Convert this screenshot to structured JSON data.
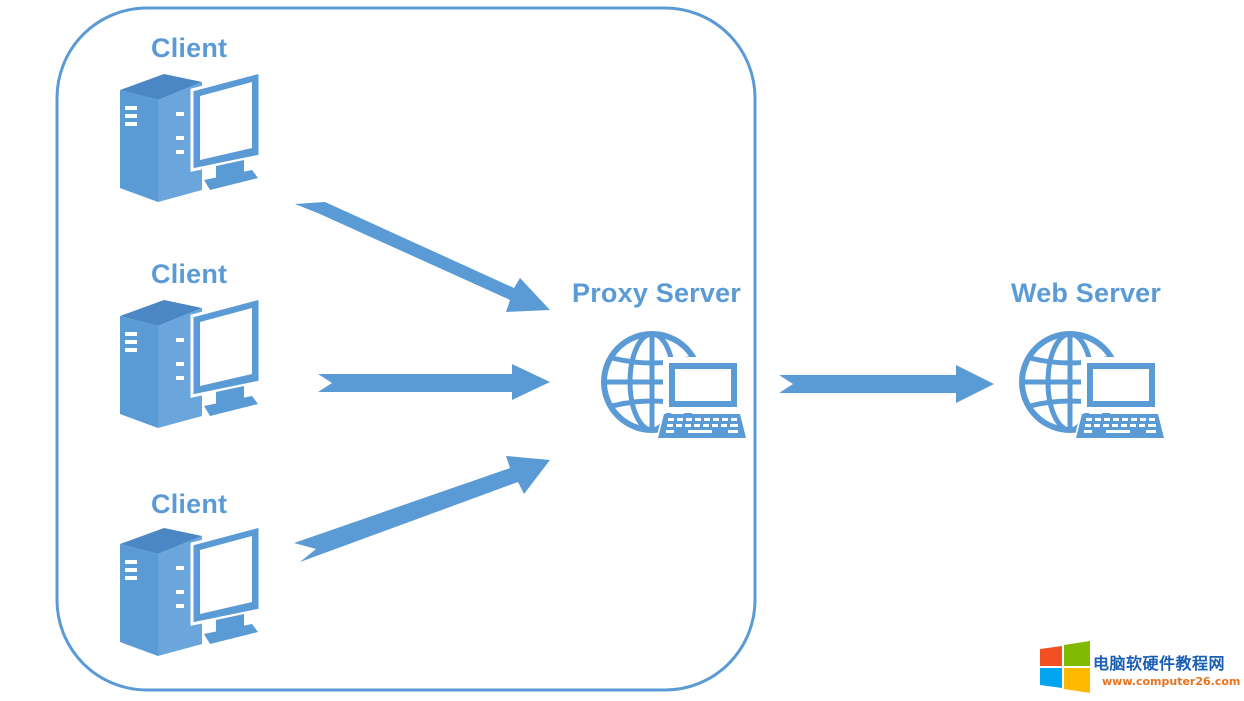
{
  "nodes": {
    "client_1": "Client",
    "client_2": "Client",
    "client_3": "Client",
    "proxy": "Proxy Server",
    "web": "Web Server"
  },
  "watermark": {
    "title": "电脑软硬件教程网",
    "url": "www.computer26.com"
  },
  "colors": {
    "accent": "#5b9bd5",
    "watermark_title": "#1a5fb4",
    "watermark_url": "#e8731e"
  },
  "icons": [
    "desktop-computer-icon",
    "globe-laptop-icon",
    "windows-logo-icon"
  ]
}
